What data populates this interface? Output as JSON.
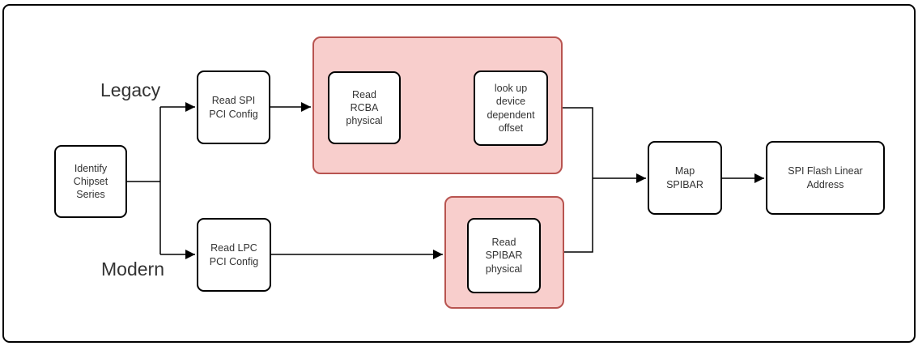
{
  "diagram": {
    "type": "flowchart",
    "branch_labels": {
      "legacy": "Legacy",
      "modern": "Modern"
    },
    "nodes": {
      "identify_chipset": {
        "label": "Identify\nChipset\nSeries"
      },
      "read_spi_pci": {
        "label": "Read SPI\nPCI Config"
      },
      "read_lpc_pci": {
        "label": "Read LPC\nPCI Config"
      },
      "read_rcba": {
        "label": "Read\nRCBA\nphysical"
      },
      "lookup_offset": {
        "label": "look up\ndevice\ndependent\noffset"
      },
      "read_spibar": {
        "label": "Read\nSPIBAR\nphysical"
      },
      "map_spibar": {
        "label": "Map\nSPIBAR"
      },
      "spi_flash_linear": {
        "label": "SPI Flash Linear\nAddress"
      }
    },
    "colors": {
      "highlight_fill": "#F8CECC",
      "highlight_border": "#B85450",
      "node_border": "#000000",
      "connector": "#000000",
      "text": "#333333"
    }
  }
}
